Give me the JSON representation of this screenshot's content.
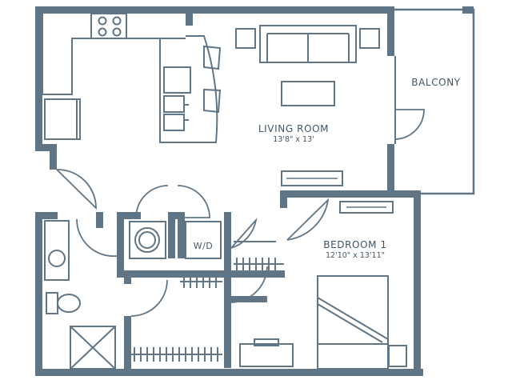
{
  "colors": {
    "wall": "#5f7585",
    "line": "#5f7585",
    "text": "#3f5565",
    "background": "#ffffff"
  },
  "rooms": {
    "living": {
      "name": "LIVING ROOM",
      "dimensions": "13'8\" x 13'"
    },
    "bedroom": {
      "name": "BEDROOM 1",
      "dimensions": "12'10\" x 13'11\""
    },
    "balcony": {
      "name": "BALCONY"
    }
  },
  "fixtures": {
    "washer_dryer": "W/D"
  }
}
